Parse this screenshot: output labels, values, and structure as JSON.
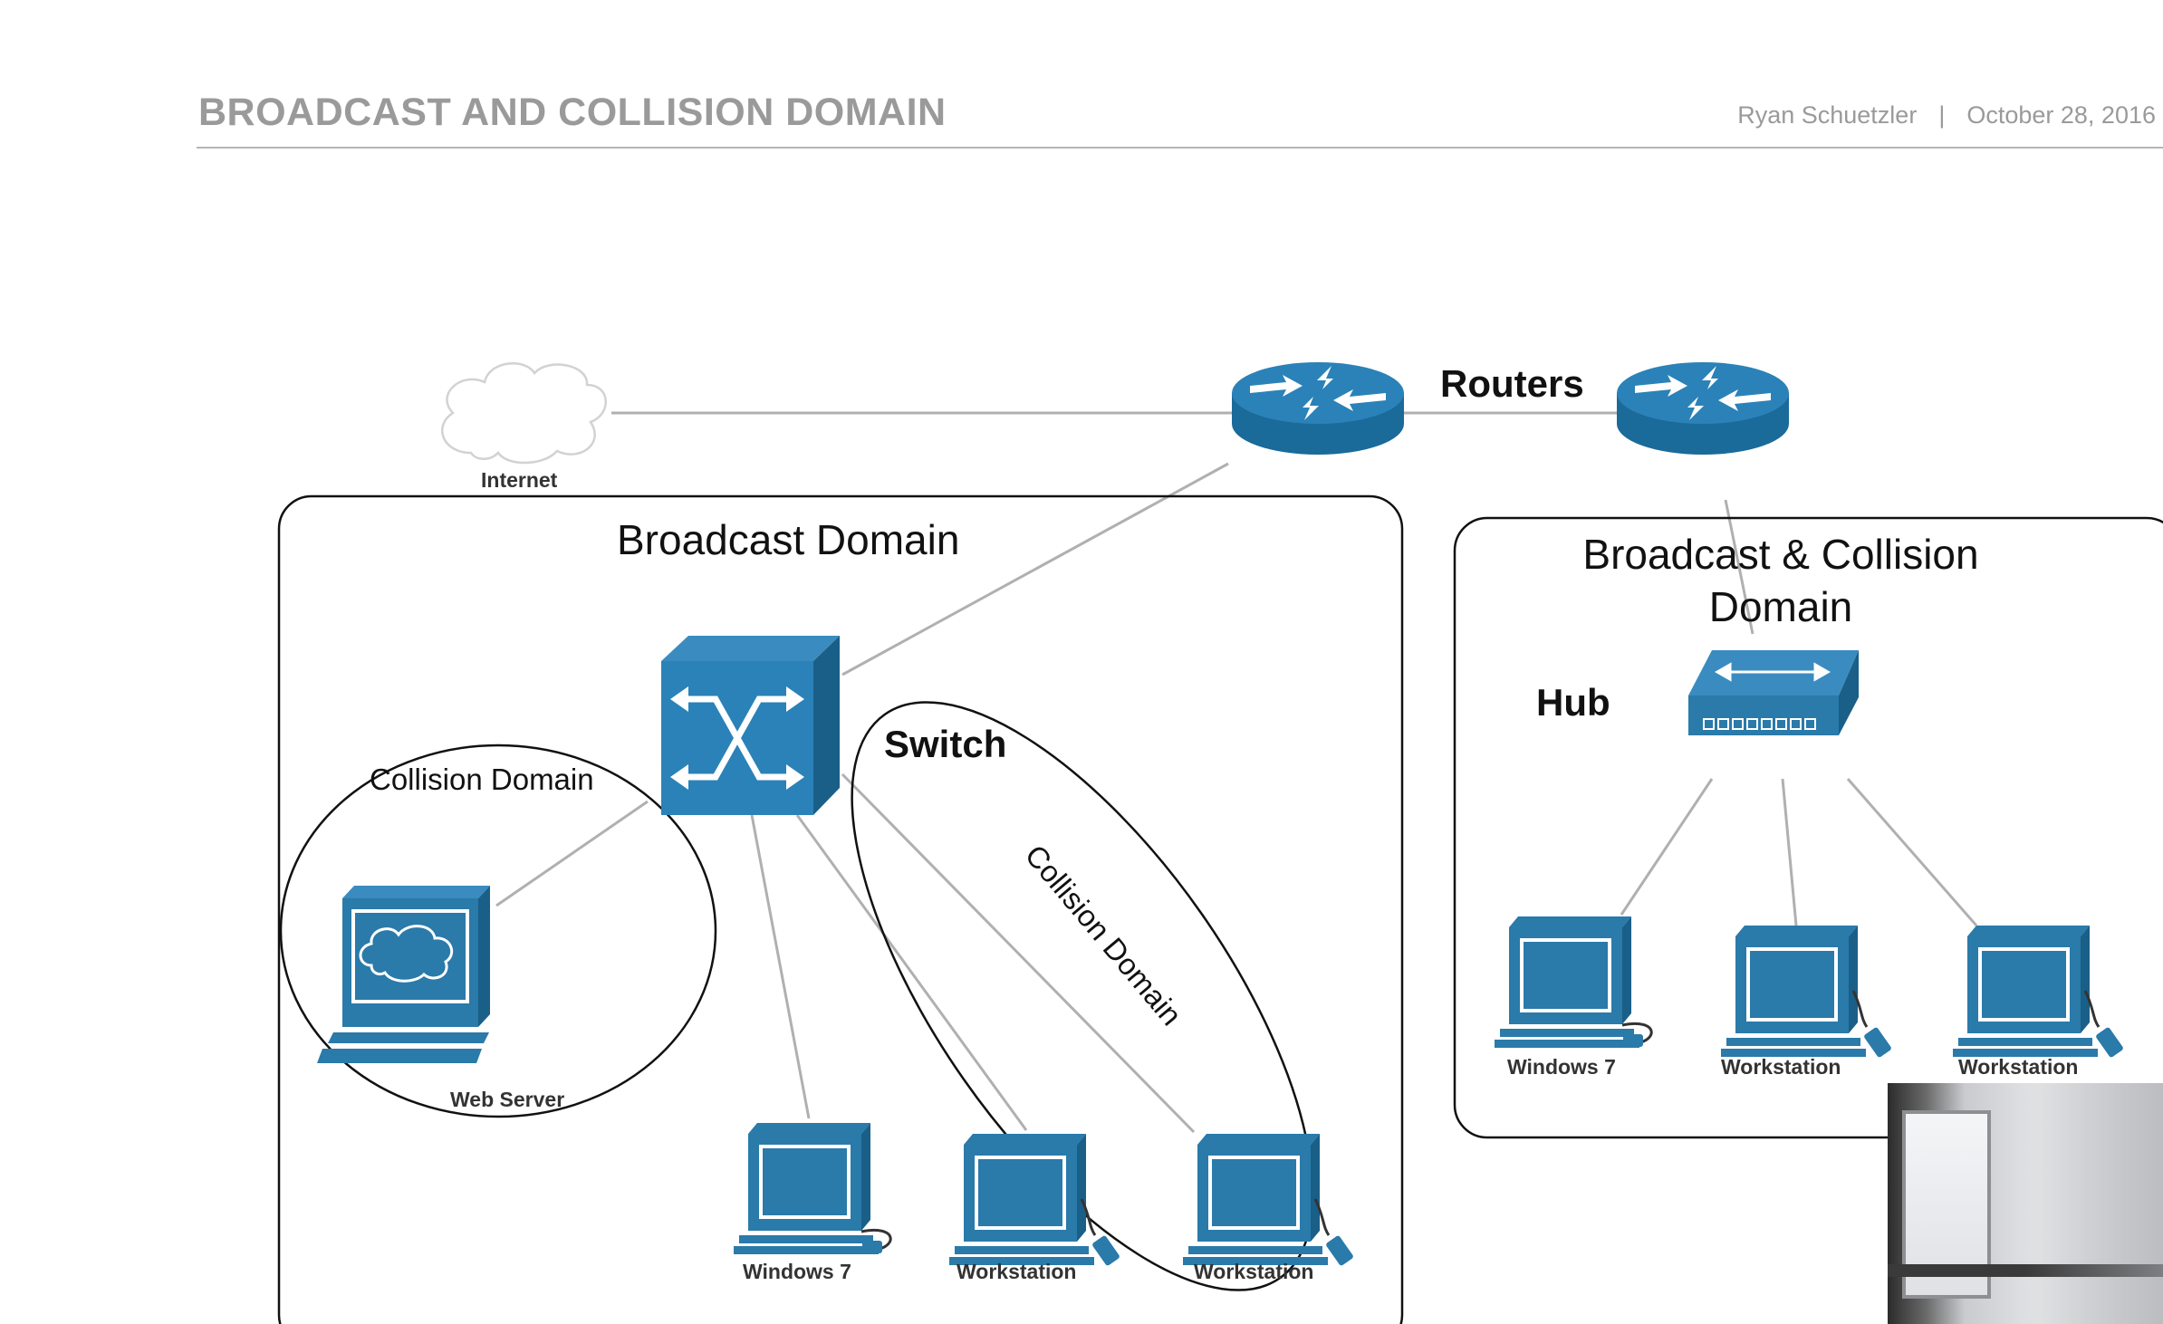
{
  "header": {
    "title": "BROADCAST AND COLLISION DOMAIN",
    "author": "Ryan Schuetzler",
    "separator": "|",
    "date": "October 28, 2016"
  },
  "diagram": {
    "internet_label": "Internet",
    "routers_label": "Routers",
    "broadcast_domain_label": "Broadcast Domain",
    "switch_label": "Switch",
    "collision_domain_left_label": "Collision Domain",
    "collision_domain_right_label": "Collision Domain",
    "web_server_label": "Web Server",
    "windows7_left_label": "Windows 7",
    "workstation_1_label": "Workstation",
    "workstation_2_label": "Workstation",
    "bc_domain_line1": "Broadcast & Collision",
    "bc_domain_line2": "Domain",
    "hub_label": "Hub",
    "windows7_right_label": "Windows 7",
    "workstation_3_label": "Workstation",
    "workstation_4_label": "Workstation"
  },
  "colors": {
    "device_blue": "#2a7aaa",
    "device_dark": "#1a5f88",
    "link_gray": "#b0b0b0",
    "header_gray": "#9a9a9a"
  }
}
